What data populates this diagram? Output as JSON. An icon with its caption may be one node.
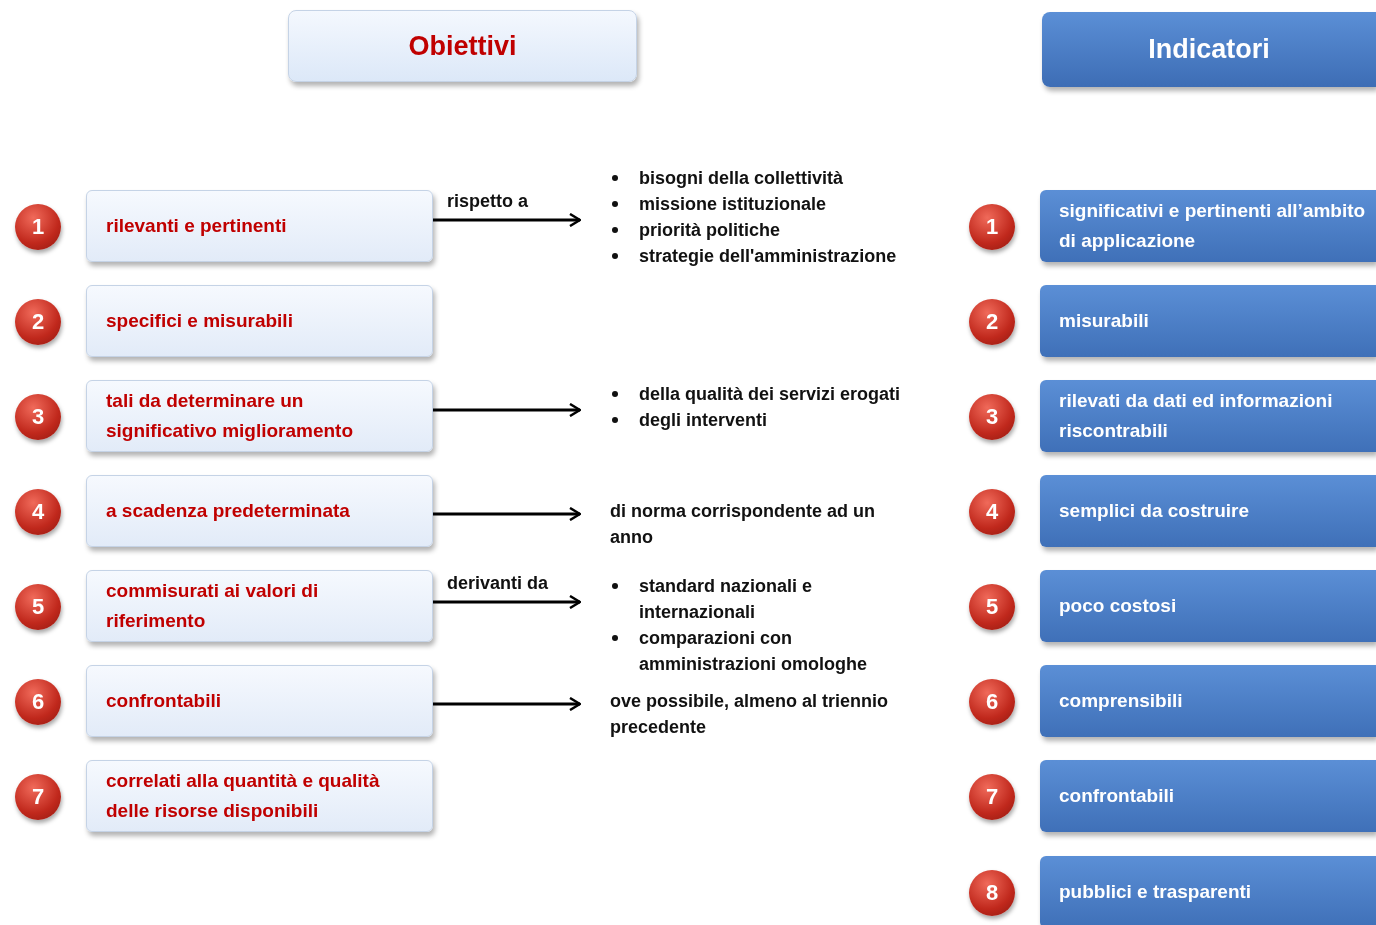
{
  "diagram": {
    "nodes": [
      {
        "text": [
          "Obiettivi"
        ]
      },
      {
        "text": [
          "Indicatori"
        ]
      },
      {
        "text": [
          "1"
        ]
      },
      {
        "text": [
          "rilevanti e pertinenti"
        ]
      },
      {
        "text": [
          "bisogni della collettività",
          "missione istituzionale",
          "priorità politiche",
          "strategie dell'amministrazione"
        ]
      },
      {
        "text": [
          "1"
        ]
      },
      {
        "text": [
          "significativi e pertinenti all’ambito di applicazione"
        ]
      },
      {
        "text": [
          "2"
        ]
      },
      {
        "text": [
          "specifici e misurabili"
        ]
      },
      {
        "text": [
          "2"
        ]
      },
      {
        "text": [
          "misurabili"
        ]
      },
      {
        "text": [
          "3"
        ]
      },
      {
        "text": [
          "tali da determinare un significativo miglioramento"
        ]
      },
      {
        "text": [
          "della qualità dei servizi erogati",
          "degli interventi"
        ]
      },
      {
        "text": [
          "3"
        ]
      },
      {
        "text": [
          "rilevati da dati ed informazioni riscontrabili"
        ]
      },
      {
        "text": [
          "4"
        ]
      },
      {
        "text": [
          "a scadenza predeterminata"
        ]
      },
      {
        "text": [
          "di norma corrispondente ad un anno"
        ]
      },
      {
        "text": [
          "4"
        ]
      },
      {
        "text": [
          "semplici da costruire"
        ]
      },
      {
        "text": [
          "5"
        ]
      },
      {
        "text": [
          "commisurati ai valori di riferimento"
        ]
      },
      {
        "text": [
          "standard nazionali e internazionali",
          "comparazioni con amministrazioni omologhe"
        ]
      },
      {
        "text": [
          "5"
        ]
      },
      {
        "text": [
          "poco costosi"
        ]
      },
      {
        "text": [
          "6"
        ]
      },
      {
        "text": [
          "confrontabili"
        ]
      },
      {
        "text": [
          "ove possibile, almeno al triennio precedente"
        ]
      },
      {
        "text": [
          "6"
        ]
      },
      {
        "text": [
          "comprensibili"
        ]
      },
      {
        "text": [
          "7"
        ]
      },
      {
        "text": [
          "correlati alla quantità e qualità delle risorse disponibili"
        ]
      },
      {
        "text": [
          "7"
        ]
      },
      {
        "text": [
          "confrontabili"
        ]
      },
      {
        "text": [
          "8"
        ]
      },
      {
        "text": [
          "pubblici e trasparenti"
        ]
      }
    ],
    "edges": [
      {
        "from": 3,
        "to": 4,
        "arrow": "to",
        "label": "rispetto a"
      },
      {
        "from": 12,
        "to": 13,
        "arrow": "to"
      },
      {
        "from": 17,
        "to": 18,
        "arrow": "to"
      },
      {
        "from": 22,
        "to": 23,
        "arrow": "to",
        "label": "derivanti da"
      },
      {
        "from": 27,
        "to": 28,
        "arrow": "to"
      }
    ]
  }
}
